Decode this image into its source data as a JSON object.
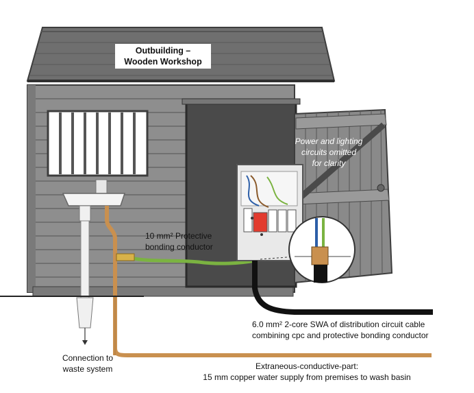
{
  "labels": {
    "title_line1": "Outbuilding –",
    "title_line2": "Wooden Workshop",
    "omitted_line1": "Power and lighting",
    "omitted_line2": "circuits omitted",
    "omitted_line3": "for clarity",
    "bonding_line1": "10 mm² Protective",
    "bonding_line2": "bonding conductor",
    "swa_line1": "6.0 mm² 2-core SWA of distribution circuit cable",
    "swa_line2": "combining cpc and protective bonding conductor",
    "waste_line1": "Connection to",
    "waste_line2": "waste system",
    "ecp_line1": "Extraneous-conductive-part:",
    "ecp_line2": "15 mm copper water supply from premises to wash basin"
  },
  "colors": {
    "wall": "#8e8e8e",
    "roof": "#6f6f6f",
    "door_opening": "#4a4a4a",
    "copper_pipe": "#c9904f",
    "bonding_conductor": "#7bb341",
    "swa_cable": "#111111",
    "consumer_unit": "#e9e9e9"
  }
}
